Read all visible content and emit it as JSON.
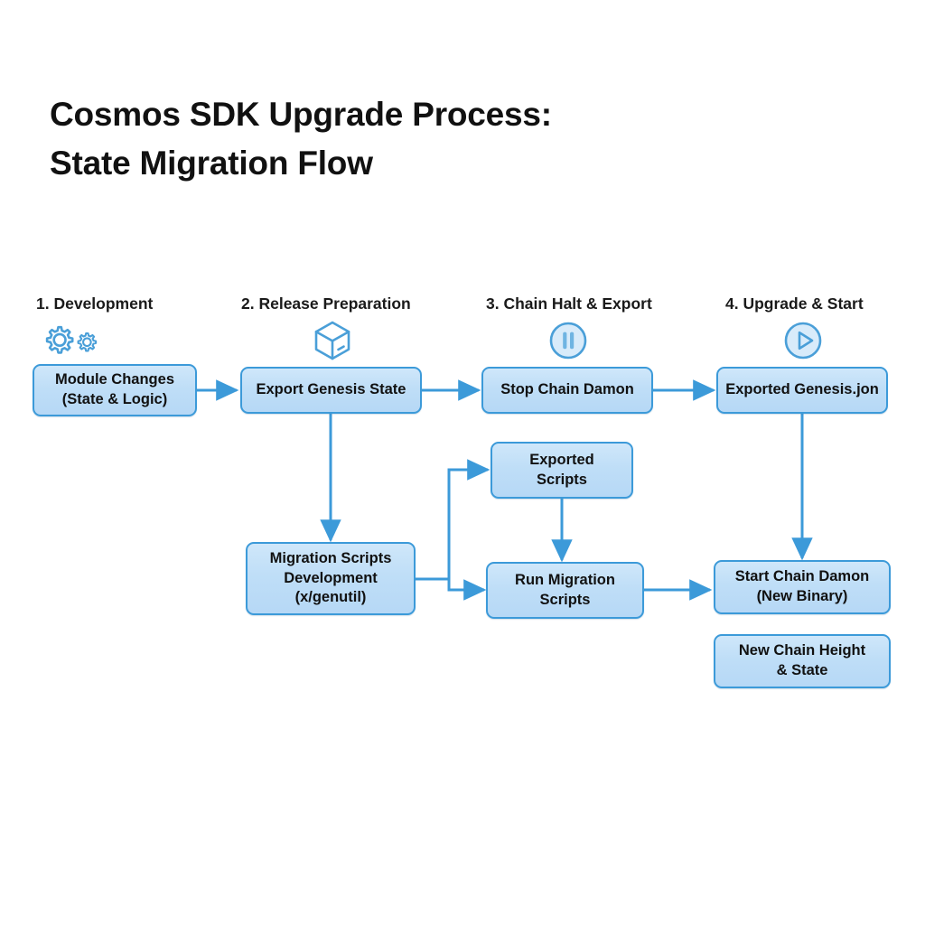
{
  "title": {
    "line1": "Cosmos SDK Upgrade Process:",
    "line2": "State Migration Flow"
  },
  "diagram": {
    "type": "flowchart",
    "accent_color": "#3C9AD9",
    "node_fill_color": "#BFDEF7",
    "background_color": "#FFFFFF",
    "text_color": "#111111",
    "stages": [
      {
        "label": "1. Development",
        "icon": "gears-icon"
      },
      {
        "label": "2. Release Preparation",
        "icon": "cube-icon"
      },
      {
        "label": "3. Chain Halt & Export",
        "icon": "pause-circle-icon"
      },
      {
        "label": "4. Upgrade & Start",
        "icon": "play-circle-icon"
      }
    ],
    "nodes": [
      {
        "id": "module-changes",
        "label": "Module Changes\n(State & Logic)"
      },
      {
        "id": "export-genesis",
        "label": "Export Genesis State"
      },
      {
        "id": "stop-chain",
        "label": "Stop Chain Damon"
      },
      {
        "id": "exported-genesis",
        "label": "Exported Genesis.jon"
      },
      {
        "id": "exported-scripts",
        "label": "Exported\nScripts"
      },
      {
        "id": "migration-dev",
        "label": "Migration Scripts\nDevelopment\n(x/genutil)"
      },
      {
        "id": "run-migration",
        "label": "Run Migration\nScripts"
      },
      {
        "id": "start-chain",
        "label": "Start Chain Damon\n(New Binary)"
      },
      {
        "id": "new-height",
        "label": "New Chain Height\n& State"
      }
    ],
    "edges": [
      {
        "from": "module-changes",
        "to": "export-genesis"
      },
      {
        "from": "export-genesis",
        "to": "stop-chain"
      },
      {
        "from": "stop-chain",
        "to": "exported-genesis"
      },
      {
        "from": "export-genesis",
        "to": "migration-dev"
      },
      {
        "from": "migration-dev",
        "to": "exported-scripts"
      },
      {
        "from": "migration-dev",
        "to": "run-migration"
      },
      {
        "from": "exported-scripts",
        "to": "run-migration"
      },
      {
        "from": "run-migration",
        "to": "start-chain"
      },
      {
        "from": "exported-genesis",
        "to": "start-chain"
      }
    ]
  }
}
